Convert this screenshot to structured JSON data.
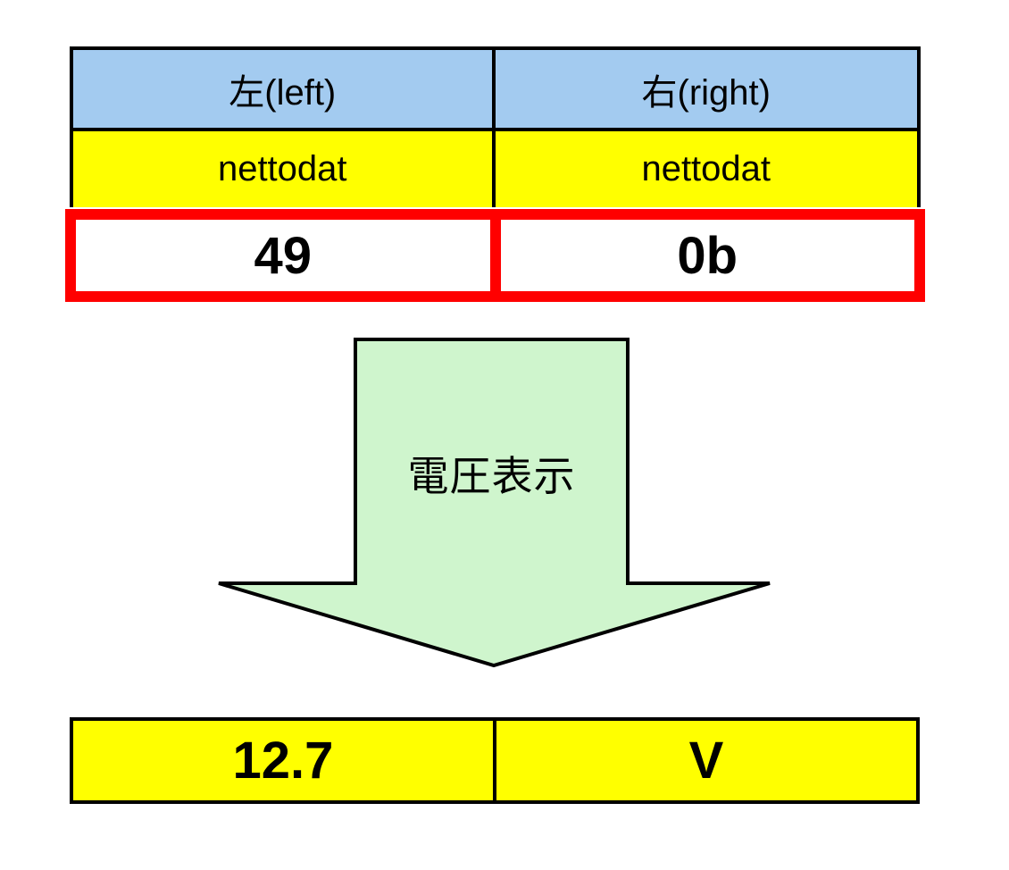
{
  "top_table": {
    "columns": [
      {
        "header": "左(left)",
        "subheader": "nettodat",
        "value": "49"
      },
      {
        "header": "右(right)",
        "subheader": "nettodat",
        "value": "0b"
      }
    ]
  },
  "arrow": {
    "label": "電圧表示"
  },
  "result_table": {
    "cells": [
      {
        "value": "12.7"
      },
      {
        "value": "V"
      }
    ]
  },
  "colors": {
    "header_blue": "#a3cbf0",
    "cell_yellow": "#ffff00",
    "highlight_red": "#ff0000",
    "arrow_green": "#cff5cd",
    "border_black": "#000000"
  }
}
